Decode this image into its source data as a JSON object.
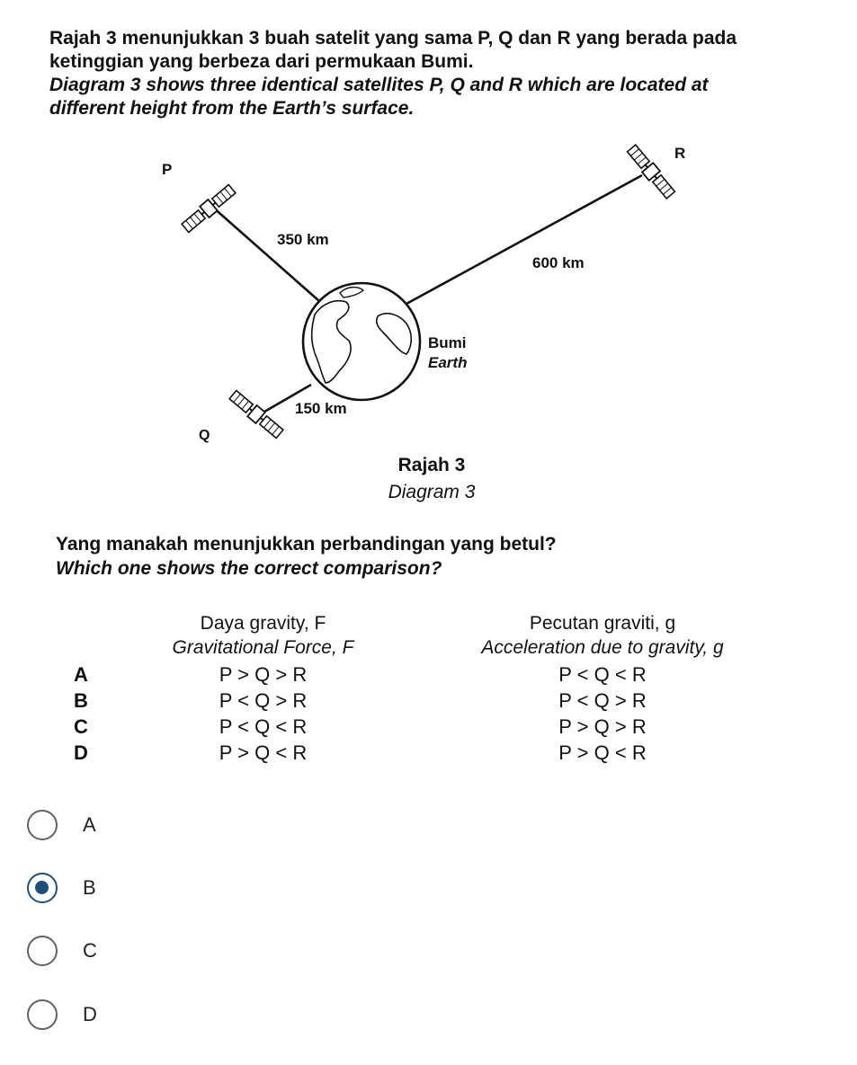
{
  "intro": {
    "ms_line1": "Rajah 3 menunjukkan 3 buah satelit yang sama P, Q dan R yang berada pada",
    "ms_line2": "ketinggian yang berbeza dari permukaan Bumi.",
    "en_line1": "Diagram 3 shows three identical satellites P, Q and R which are located at",
    "en_line2": "different height from the Earth’s surface."
  },
  "diagram": {
    "labels": {
      "p": "P",
      "q": "Q",
      "r": "R"
    },
    "distances": {
      "p": "350 km",
      "q": "150 km",
      "r": "600 km"
    },
    "earth_ms": "Bumi",
    "earth_en": "Earth"
  },
  "caption": {
    "ms": "Rajah 3",
    "en": "Diagram 3"
  },
  "question": {
    "ms": "Yang manakah menunjukkan perbandingan yang betul?",
    "en": "Which one shows the correct comparison?"
  },
  "table": {
    "col1_ms": "Daya gravity, F",
    "col1_en": "Gravitational Force, F",
    "col2_ms": "Pecutan graviti, g",
    "col2_en": "Acceleration due to gravity, g",
    "rows": [
      {
        "letter": "A",
        "force": "P > Q > R",
        "accel": "P < Q < R"
      },
      {
        "letter": "B",
        "force": "P < Q > R",
        "accel": "P < Q > R"
      },
      {
        "letter": "C",
        "force": "P < Q < R",
        "accel": "P > Q > R"
      },
      {
        "letter": "D",
        "force": "P > Q < R",
        "accel": "P > Q < R"
      }
    ]
  },
  "options": [
    {
      "label": "A",
      "selected": false
    },
    {
      "label": "B",
      "selected": true
    },
    {
      "label": "C",
      "selected": false
    },
    {
      "label": "D",
      "selected": false
    }
  ],
  "colors": {
    "radio_selected": "#1e4f7a",
    "radio_unselected": "#5f6368"
  }
}
